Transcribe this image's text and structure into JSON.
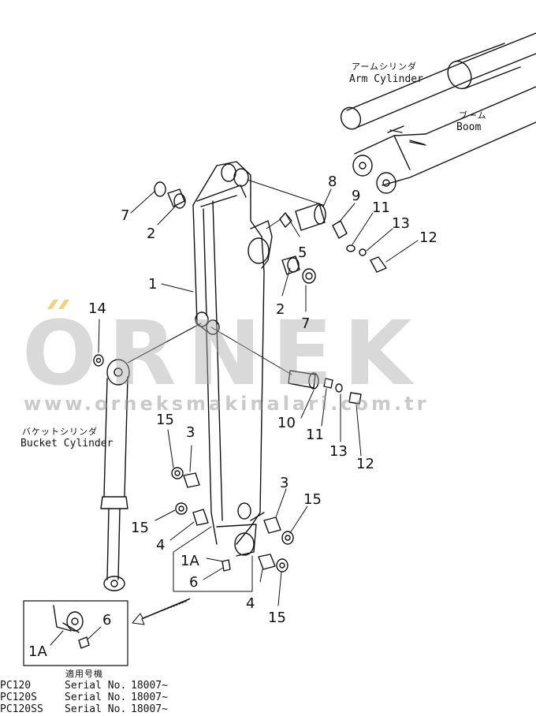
{
  "callouts": {
    "c1": "1",
    "c2a": "2",
    "c2b": "2",
    "c3a": "3",
    "c3b": "3",
    "c4a": "4",
    "c4b": "4",
    "c5": "5",
    "c6a": "6",
    "c6b": "6",
    "c7a": "7",
    "c7b": "7",
    "c8": "8",
    "c9": "9",
    "c10": "10",
    "c11a": "11",
    "c11b": "11",
    "c12a": "12",
    "c12b": "12",
    "c13a": "13",
    "c13b": "13",
    "c14": "14",
    "c15a": "15",
    "c15b": "15",
    "c15c": "15",
    "c15d": "15",
    "c1Aa": "1A",
    "c1Ab": "1A"
  },
  "labels": {
    "arm_cylinder_jp": "アームシリンダ",
    "arm_cylinder_en": "Arm  Cylinder",
    "boom_jp": "ブーム",
    "boom_en": "Boom",
    "bucket_cylinder_jp": "バケットシリンダ",
    "bucket_cylinder_en": "Bucket  Cylinder"
  },
  "watermark": {
    "brand": "ORNEK",
    "url": "www.orneksmakinalari.com.tr"
  },
  "applicability": {
    "heading": "適用号機",
    "rows": [
      {
        "model": "PC120",
        "serial_label": "Serial  No.",
        "serial": "18007~"
      },
      {
        "model": "PC120S",
        "serial_label": "Serial  No.",
        "serial": "18007~"
      },
      {
        "model": "PC120SS",
        "serial_label": "Serial  No.",
        "serial": "18007~"
      }
    ]
  }
}
